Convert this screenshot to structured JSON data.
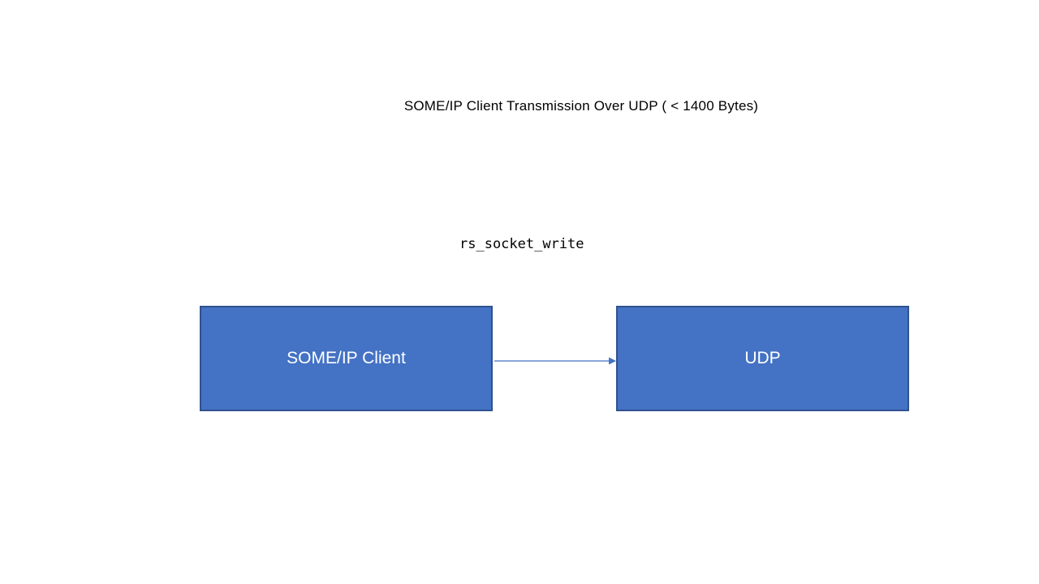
{
  "diagram": {
    "title": "SOME/IP Client Transmission Over UDP ( < 1400 Bytes)",
    "edge_label": "rs_socket_write",
    "nodes": [
      {
        "id": "someip-client",
        "label": "SOME/IP Client"
      },
      {
        "id": "udp",
        "label": "UDP"
      }
    ],
    "colors": {
      "background": "#ffffff",
      "node_fill": "#4472c4",
      "node_border": "#2f528f",
      "node_text": "#ffffff",
      "arrow": "#4472c4",
      "title_text": "#000000"
    }
  }
}
